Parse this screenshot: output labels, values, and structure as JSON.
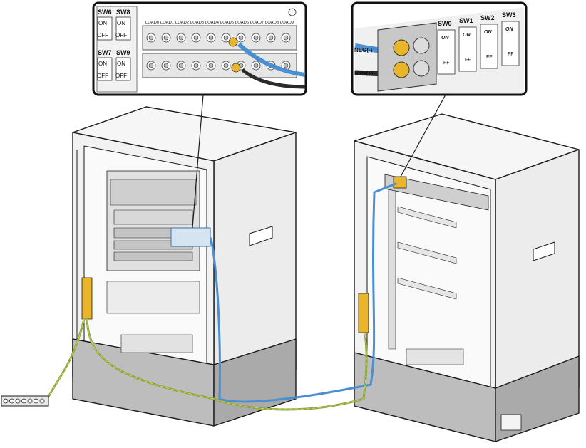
{
  "callout_left": {
    "switches": [
      "SW6",
      "SW8",
      "SW7",
      "SW9"
    ],
    "on_label": "ON",
    "off_label": "OFF",
    "loads": [
      "LOAD0",
      "LOAD1",
      "LOAD2",
      "LOAD3",
      "LOAD4",
      "LOAD5",
      "LOAD6",
      "LOAD7",
      "LOAD8",
      "LOAD9"
    ]
  },
  "callout_right": {
    "switches": [
      "SW0",
      "SW1",
      "SW2",
      "SW3"
    ],
    "on_label": "ON",
    "ff_label": "FF",
    "terminals": [
      "NEG(-)",
      "RTN(+)"
    ]
  },
  "colors": {
    "blue_cable": "#4a8fd0",
    "ground_cable": "#8aa84a",
    "ground_stripe": "#e4d24a",
    "black_cable": "#2b2b2b",
    "terminal_yellow": "#e9b52b",
    "cabinet_fill": "#f4f4f4",
    "base_fill": "#bcbcbc",
    "outline": "#1a1a1a"
  }
}
